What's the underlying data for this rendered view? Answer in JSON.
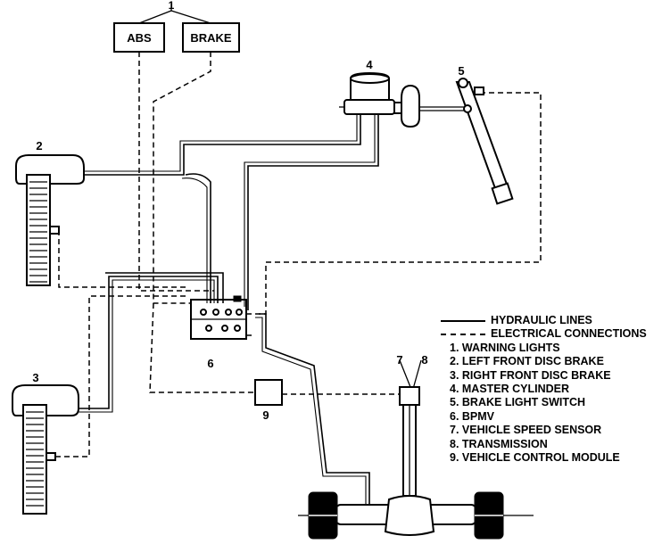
{
  "boxes": {
    "abs": "ABS",
    "brake": "BRAKE"
  },
  "callouts": [
    "1",
    "2",
    "3",
    "4",
    "5",
    "6",
    "7",
    "8",
    "9"
  ],
  "legend": {
    "hydraulic": "HYDRAULIC LINES",
    "electrical": "ELECTRICAL CONNECTIONS",
    "items": [
      "1.  WARNING LIGHTS",
      "2.  LEFT FRONT DISC BRAKE",
      "3.  RIGHT FRONT DISC BRAKE",
      "4.  MASTER CYLINDER",
      "5.  BRAKE LIGHT SWITCH",
      "6.  BPMV",
      "7.  VEHICLE SPEED SENSOR",
      "8.  TRANSMISSION",
      "9.  VEHICLE CONTROL MODULE"
    ]
  }
}
